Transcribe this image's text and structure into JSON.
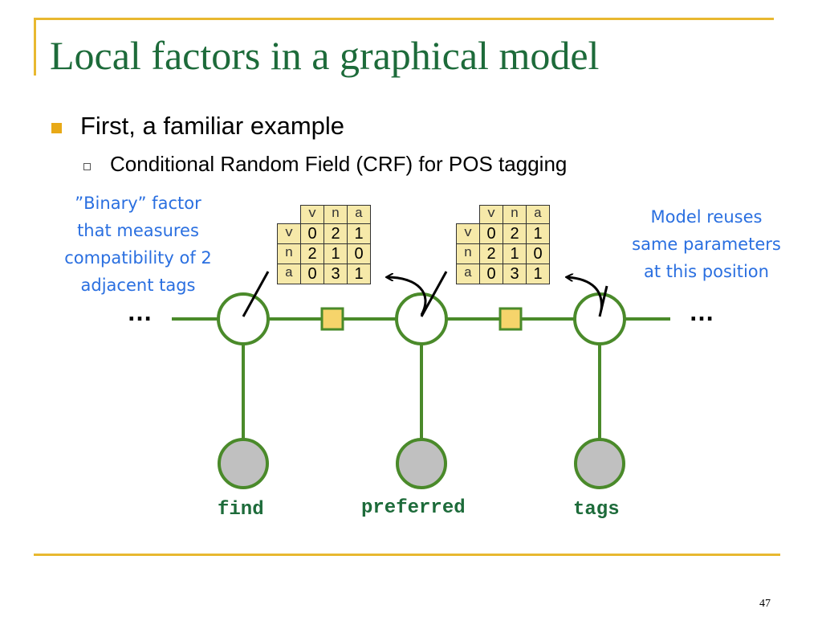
{
  "slide": {
    "title": "Local factors in a graphical model",
    "bullet1": "First, a familiar example",
    "bullet2": "Conditional Random Field (CRF) for POS tagging",
    "page_number": "47"
  },
  "callouts": {
    "left": [
      "”Binary” factor",
      "that measures",
      "compatibility of 2",
      "adjacent tags"
    ],
    "right": [
      "Model reuses",
      "same parameters",
      "at this position"
    ]
  },
  "ellipsis": "…",
  "words": [
    "find",
    "preferred",
    "tags"
  ],
  "factor_table": {
    "columns": [
      "v",
      "n",
      "a"
    ],
    "rows": [
      {
        "label": "v",
        "values": [
          "0",
          "2",
          "1"
        ]
      },
      {
        "label": "n",
        "values": [
          "2",
          "1",
          "0"
        ]
      },
      {
        "label": "a",
        "values": [
          "0",
          "3",
          "1"
        ]
      }
    ]
  },
  "colors": {
    "title": "#1d6b3a",
    "accent_rule": "#e8b830",
    "bullet": "#e8a917",
    "callout_text": "#2a6fe0",
    "graph_green": "#4a8a2a",
    "factor_fill": "#f6d46b",
    "table_fill": "#f6e9a9",
    "observed_node": "#c0c0c0"
  }
}
